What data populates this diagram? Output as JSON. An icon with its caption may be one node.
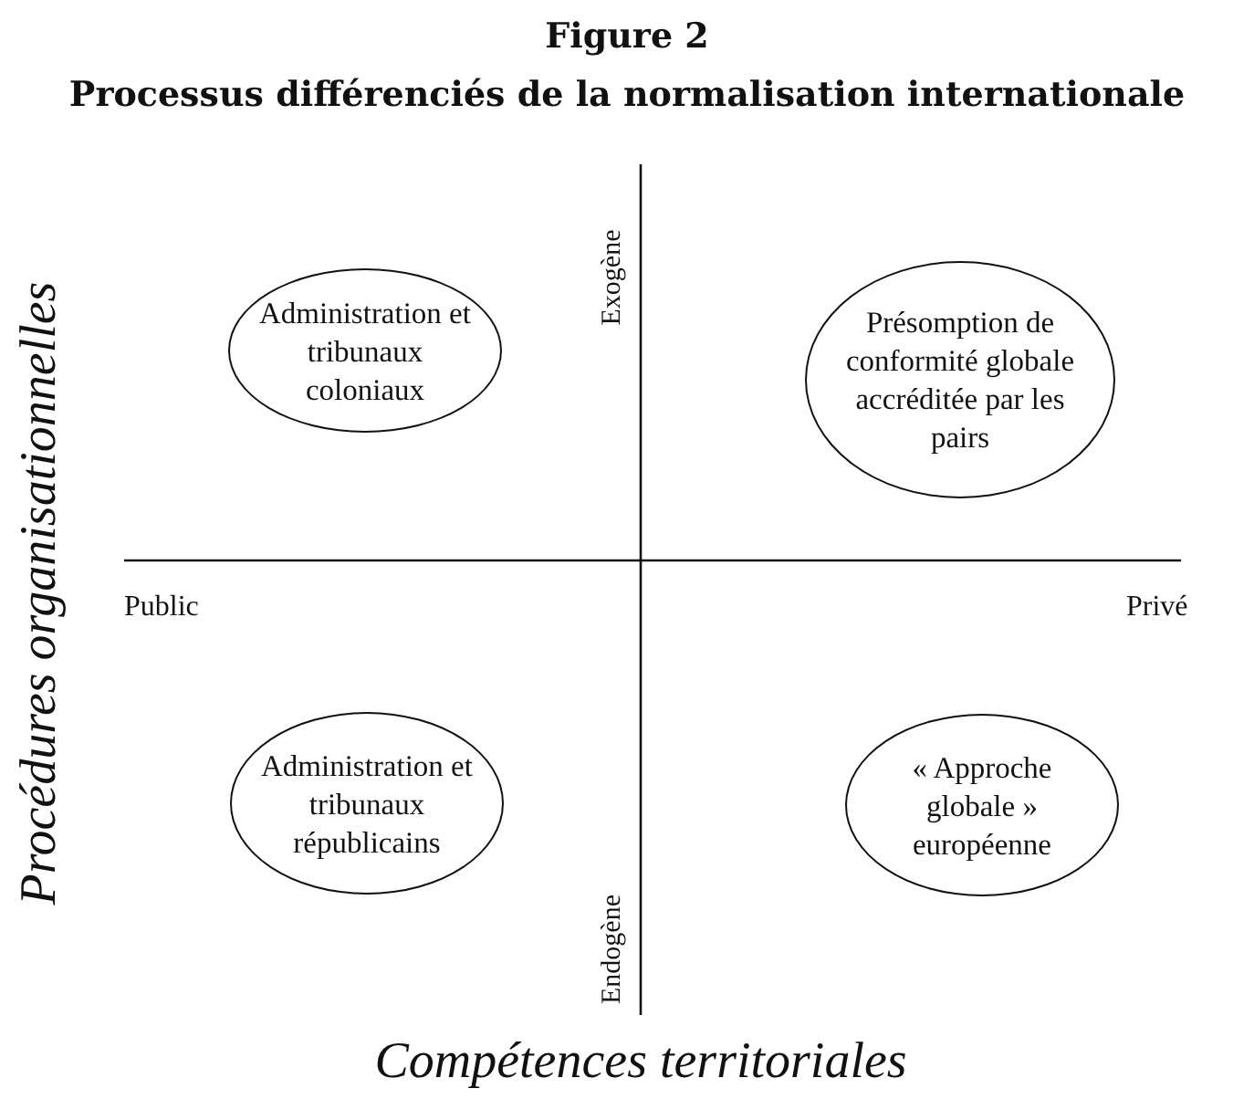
{
  "diagram": {
    "title": "Figure 2 Processus différenciés de la normalisation internationale",
    "nodes": [
      {
        "text": [
          "Administration et tribunaux coloniaux"
        ]
      },
      {
        "text": [
          "Présomption de conformité globale accréditée par les pairs"
        ]
      },
      {
        "text": [
          "Administration et tribunaux républicains"
        ]
      },
      {
        "text": [
          "« Approche globale » européenne"
        ]
      }
    ],
    "edges": [],
    "labels": [
      "Procédures organisationnelles",
      "Exogène",
      "Public",
      "Privé",
      "Endogène",
      "Compétences territoriales"
    ]
  }
}
